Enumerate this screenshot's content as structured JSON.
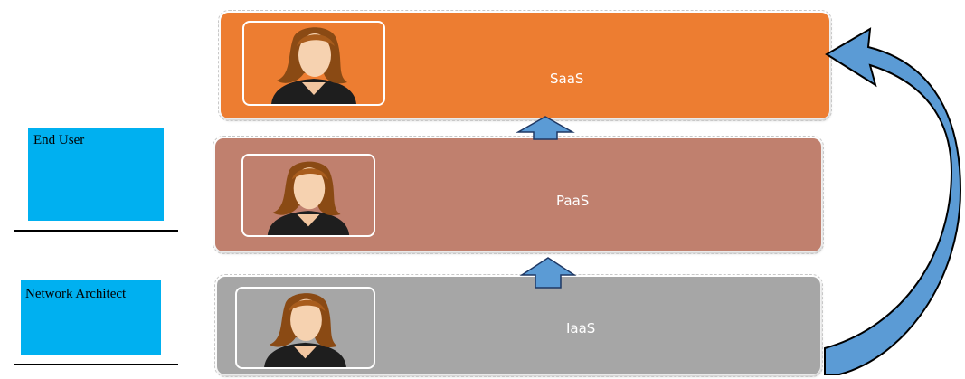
{
  "layers": [
    {
      "id": "saas",
      "label": "SaaS",
      "color": "#ed7d31"
    },
    {
      "id": "paas",
      "label": "PaaS",
      "color": "#c0806e"
    },
    {
      "id": "iaas",
      "label": "IaaS",
      "color": "#a6a6a6"
    }
  ],
  "roles": {
    "end_user": "End User",
    "network_architect": "Network Architect"
  },
  "colors": {
    "role_box": "#00b0f0",
    "arrow_fill": "#5b9bd5",
    "arrow_edge": "#2f5597"
  },
  "icons": {
    "avatar": "user-avatar-icon",
    "up_arrow": "up-arrow-icon",
    "curved_arrow": "curved-arrow-icon"
  }
}
